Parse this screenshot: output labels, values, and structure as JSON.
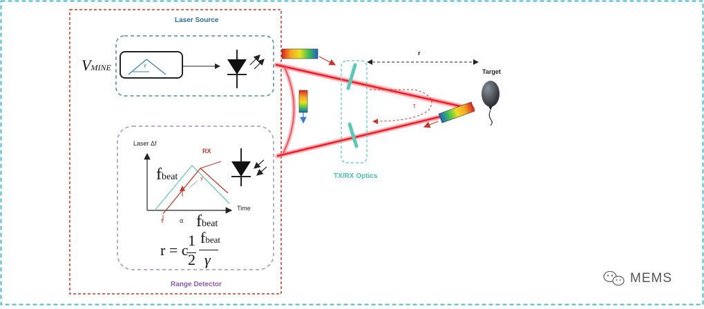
{
  "laser_source": {
    "title": "Laser Source",
    "input_symbol": "V",
    "input_subscript": "MINE",
    "ramp_angle_label": "γ"
  },
  "range_detector": {
    "title": "Range Detector",
    "y_axis_label": "Laser Δf",
    "x_axis_label": "Time",
    "rx_label": "RX",
    "fbeat_main": "f",
    "fbeat_sub": "beat",
    "tau_label": "τ",
    "alpha_label": "α",
    "gamma_label": "γ",
    "formula": {
      "lhs": "r = c",
      "frac_num": "1",
      "frac_den": "2",
      "var_num": "f",
      "var_num_sub": "beat",
      "var_den": "γ"
    }
  },
  "optics": {
    "title": "TX/RX Optics",
    "tau_label": "τ"
  },
  "target": {
    "label": "Target",
    "range_label": "r"
  },
  "watermark": {
    "icon": "wechat-icon",
    "text": "MEMS"
  },
  "colors": {
    "frame": "#4db8c8",
    "laser_box": "#c0392b",
    "laser_source_box": "#4a8a9a",
    "detector_box": "#a48fc4",
    "beam": "#e8202a",
    "optic": "#5cc8b8",
    "balloon": "#3a3e45"
  }
}
